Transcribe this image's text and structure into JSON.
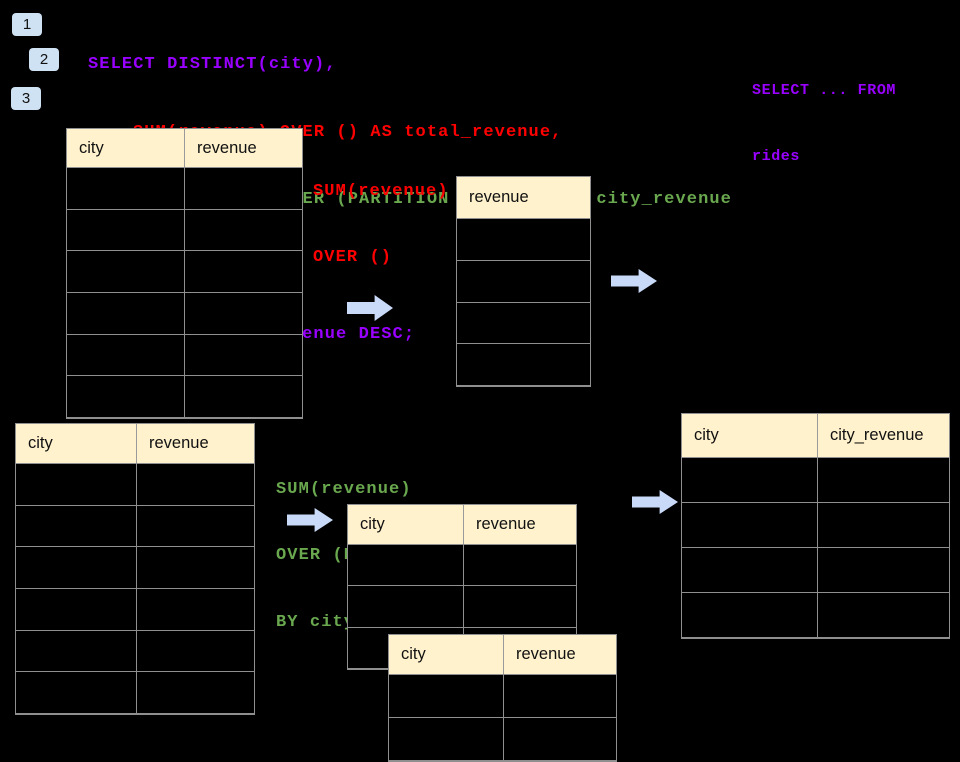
{
  "colors": {
    "background": "#000000",
    "purple": "#9900FF",
    "red": "#FF0000",
    "green": "#6AA84F",
    "header_fill": "#FFF2CC",
    "arrow": "#C9DAF8",
    "badge": "#CFE2F3",
    "border": "#8F8F8F"
  },
  "badges": [
    "1",
    "2",
    "3"
  ],
  "sql": {
    "lines": [
      {
        "text": "SELECT DISTINCT(city),",
        "color": "purple"
      },
      {
        "text": "SUM(revenue) OVER () AS total_revenue,",
        "color": "red"
      },
      {
        "text": "SUM(revenue) OVER (PARTITION BY city) as city_revenue",
        "color": "green"
      },
      {
        "text": "FROM rides",
        "color": "purple"
      },
      {
        "text": "ORDER by city_revenue DESC;",
        "color": "purple"
      }
    ]
  },
  "side_note": {
    "color": "purple",
    "lines": [
      "SELECT ... FROM",
      "rides"
    ]
  },
  "labels": {
    "total_revenue": {
      "color": "red",
      "lines": [
        "SUM(revenue)",
        "OVER ()"
      ]
    },
    "partition": {
      "color": "green",
      "lines": [
        "SUM(revenue)",
        "OVER (PARTITION",
        "BY city)"
      ]
    }
  },
  "tables": {
    "source_top": {
      "columns": [
        "city",
        "revenue"
      ],
      "row_count": 6
    },
    "total_result": {
      "columns": [
        "revenue"
      ],
      "row_count": 4
    },
    "source_bottom": {
      "columns": [
        "city",
        "revenue"
      ],
      "row_count": 6
    },
    "partition_step1": {
      "columns": [
        "city",
        "revenue"
      ],
      "row_count": 3
    },
    "partition_step2": {
      "columns": [
        "city",
        "revenue"
      ],
      "row_count": 2
    },
    "partition_result": {
      "columns": [
        "city",
        "city_revenue"
      ],
      "row_count": 4
    }
  }
}
